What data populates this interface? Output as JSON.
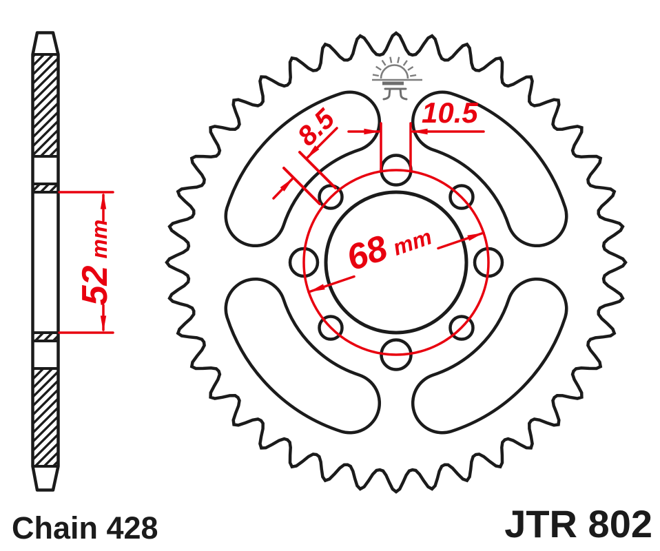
{
  "labels": {
    "chain": "Chain 428",
    "model": "JTR 802"
  },
  "dimensions": {
    "bore": {
      "value": "52",
      "unit": "mm"
    },
    "bcd": {
      "value": "68",
      "unit": "mm"
    },
    "small_hole": {
      "value": "8.5"
    },
    "large_hole": {
      "value": "10.5"
    }
  },
  "sprocket": {
    "teeth": 40,
    "lightening_slots": 4,
    "bolt_holes_large": 4,
    "bolt_holes_small": 4
  },
  "icons": {
    "logo": "jt-sunrise-logo"
  },
  "colors": {
    "line": "#1b1b1b",
    "dimension": "#e8000f",
    "logo": "#7d7d7d",
    "background": "#ffffff"
  }
}
